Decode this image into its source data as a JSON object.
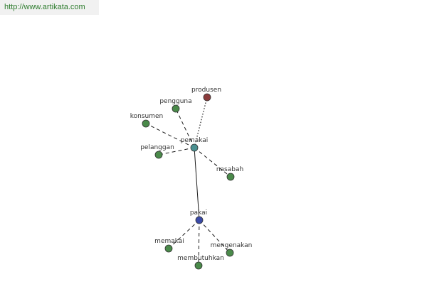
{
  "header": {
    "url_text": "http://www.artikata.com"
  },
  "graph": {
    "colors": {
      "hub": "#4a9090",
      "root": "#3a4aa8",
      "leaf": "#4a8a4a",
      "antonym": "#8a3a3a"
    },
    "nodes": [
      {
        "id": "pemakai",
        "label": "pemakai",
        "kind": "hub"
      },
      {
        "id": "pakai",
        "label": "pakai",
        "kind": "root"
      },
      {
        "id": "produsen",
        "label": "produsen",
        "kind": "antonym"
      },
      {
        "id": "pengguna",
        "label": "pengguna",
        "kind": "leaf"
      },
      {
        "id": "konsumen",
        "label": "konsumen",
        "kind": "leaf"
      },
      {
        "id": "pelanggan",
        "label": "pelanggan",
        "kind": "leaf"
      },
      {
        "id": "nasabah",
        "label": "nasabah",
        "kind": "leaf"
      },
      {
        "id": "memakai",
        "label": "memakai",
        "kind": "leaf"
      },
      {
        "id": "mengenakan",
        "label": "mengenakan",
        "kind": "leaf"
      },
      {
        "id": "membutuhkan",
        "label": "membutuhkan",
        "kind": "leaf"
      }
    ],
    "edges": [
      {
        "from": "pemakai",
        "to": "pakai",
        "style": "solid"
      },
      {
        "from": "pemakai",
        "to": "produsen",
        "style": "dotted"
      },
      {
        "from": "pemakai",
        "to": "pengguna",
        "style": "dashed"
      },
      {
        "from": "pemakai",
        "to": "konsumen",
        "style": "dashed"
      },
      {
        "from": "pemakai",
        "to": "pelanggan",
        "style": "dashed"
      },
      {
        "from": "pemakai",
        "to": "nasabah",
        "style": "dashed"
      },
      {
        "from": "pakai",
        "to": "memakai",
        "style": "dashed"
      },
      {
        "from": "pakai",
        "to": "mengenakan",
        "style": "dashed"
      },
      {
        "from": "pakai",
        "to": "membutuhkan",
        "style": "dashed"
      }
    ]
  }
}
